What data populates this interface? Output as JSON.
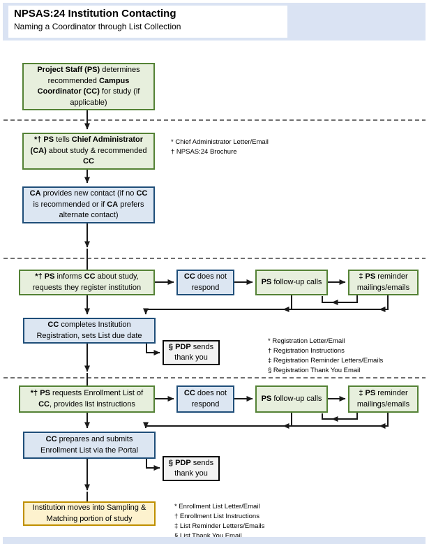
{
  "header": {
    "title": "NPSAS:24 Institution Contacting",
    "subtitle": "Naming a Coordinator through List Collection"
  },
  "colors": {
    "banner": "#dae3f3",
    "green_fill": "#e7efdd",
    "green_border": "#548235",
    "blue_fill": "#dce6f2",
    "blue_border": "#1f4e79",
    "gray_fill": "#f2f2f2",
    "gray_border": "#000000",
    "yellow_fill": "#fdf2ce",
    "yellow_border": "#bf8f00",
    "line": "#1a1a1a"
  },
  "boxes": {
    "ps_determines_cc": {
      "segments": [
        {
          "t": "Project Staff (PS)",
          "b": true
        },
        {
          "t": " determines recommended ",
          "b": false
        },
        {
          "t": "Campus Coordinator (CC)",
          "b": true
        },
        {
          "t": " for study (if applicable)",
          "b": false
        }
      ]
    },
    "ps_tells_ca": {
      "segments": [
        {
          "t": "*† PS",
          "b": true
        },
        {
          "t": " tells ",
          "b": false
        },
        {
          "t": "Chief Administrator (CA)",
          "b": true
        },
        {
          "t": " about study & recommended ",
          "b": false
        },
        {
          "t": "CC",
          "b": true
        }
      ]
    },
    "ca_provides_contact": {
      "segments": [
        {
          "t": "CA",
          "b": true
        },
        {
          "t": " provides new contact (if no ",
          "b": false
        },
        {
          "t": "CC",
          "b": true
        },
        {
          "t": " is recommended or if ",
          "b": false
        },
        {
          "t": "CA",
          "b": true
        },
        {
          "t": " prefers alternate contact)",
          "b": false
        }
      ]
    },
    "ps_informs_cc": {
      "segments": [
        {
          "t": "*† PS",
          "b": true
        },
        {
          "t": " informs ",
          "b": false
        },
        {
          "t": "CC",
          "b": true
        },
        {
          "t": " about study, requests they register institution",
          "b": false
        }
      ]
    },
    "cc_no_respond_1": {
      "segments": [
        {
          "t": "CC",
          "b": true
        },
        {
          "t": " does not respond",
          "b": false
        }
      ]
    },
    "ps_followup_1": {
      "segments": [
        {
          "t": "PS",
          "b": true
        },
        {
          "t": " follow-up calls",
          "b": false
        }
      ]
    },
    "ps_reminder_1": {
      "segments": [
        {
          "t": "‡ PS",
          "b": true
        },
        {
          "t": " reminder mailings/emails",
          "b": false
        }
      ]
    },
    "cc_completes_registration": {
      "segments": [
        {
          "t": "CC",
          "b": true
        },
        {
          "t": " completes Institution Registration, sets List due date",
          "b": false
        }
      ]
    },
    "pdp_thankyou_1": {
      "segments": [
        {
          "t": "§ PDP",
          "b": true
        },
        {
          "t": " sends thank you",
          "b": false
        }
      ]
    },
    "ps_requests_list": {
      "segments": [
        {
          "t": "*† PS",
          "b": true
        },
        {
          "t": " requests Enrollment List of ",
          "b": false
        },
        {
          "t": "CC",
          "b": true
        },
        {
          "t": ", provides list instructions",
          "b": false
        }
      ]
    },
    "cc_no_respond_2": {
      "segments": [
        {
          "t": "CC",
          "b": true
        },
        {
          "t": " does not respond",
          "b": false
        }
      ]
    },
    "ps_followup_2": {
      "segments": [
        {
          "t": "PS",
          "b": true
        },
        {
          "t": " follow-up calls",
          "b": false
        }
      ]
    },
    "ps_reminder_2": {
      "segments": [
        {
          "t": "‡ PS",
          "b": true
        },
        {
          "t": " reminder mailings/emails",
          "b": false
        }
      ]
    },
    "cc_submits_list": {
      "segments": [
        {
          "t": "CC",
          "b": true
        },
        {
          "t": " prepares and submits Enrollment List via the Portal",
          "b": false
        }
      ]
    },
    "pdp_thankyou_2": {
      "segments": [
        {
          "t": "§ PDP",
          "b": true
        },
        {
          "t": " sends thank you",
          "b": false
        }
      ]
    },
    "institution_sampling": {
      "segments": [
        {
          "t": "Institution moves into Sampling & Matching portion of study",
          "b": false
        }
      ]
    }
  },
  "notes": {
    "block1": {
      "lines": [
        "* Chief Administrator Letter/Email",
        "† NPSAS:24 Brochure"
      ]
    },
    "block2": {
      "lines": [
        "* Registration Letter/Email",
        "† Registration Instructions",
        "‡ Registration Reminder Letters/Emails",
        "§ Registration Thank You Email"
      ]
    },
    "block3": {
      "lines": [
        "* Enrollment List Letter/Email",
        "† Enrollment List Instructions",
        "‡ List Reminder Letters/Emails",
        "§ List Thank You Email"
      ]
    }
  }
}
